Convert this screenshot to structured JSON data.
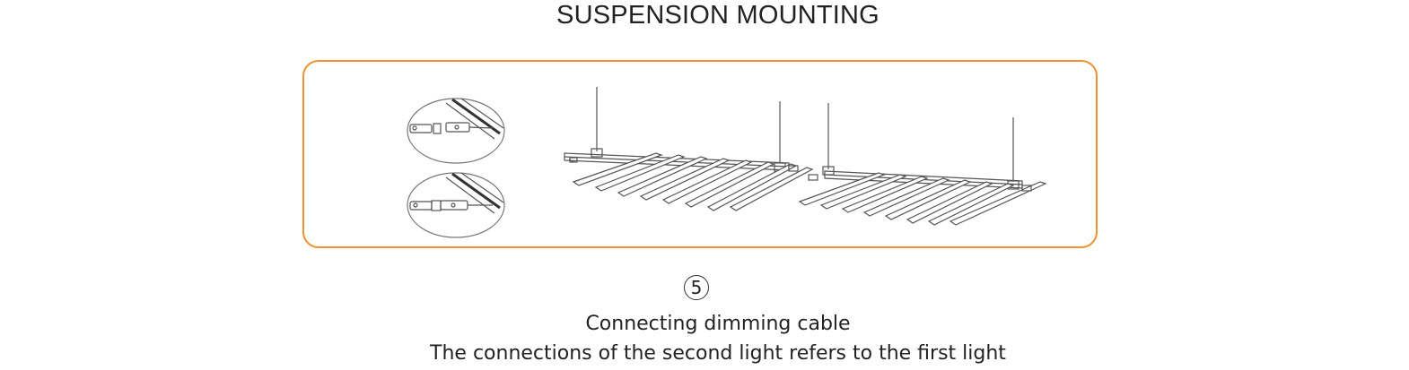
{
  "title": "SUSPENSION MOUNTING",
  "step": {
    "number": "5",
    "line1": "Connecting dimming cable",
    "line2": "The connections of the second light refers to the first light"
  },
  "colors": {
    "frame_border": "#f0922e",
    "line_art": "#555555",
    "text": "#222222"
  },
  "diagram": {
    "detail_callouts": [
      "connector-detail-unplugged",
      "connector-detail-plugged"
    ],
    "fixtures": [
      "light-fixture-first",
      "light-fixture-second"
    ],
    "fixture_bar_count": 8
  }
}
